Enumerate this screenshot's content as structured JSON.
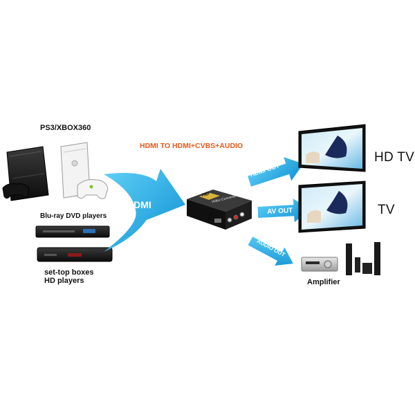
{
  "title": "HDMI TO HDMI+CVBS+AUDIO",
  "sources": {
    "console_label": "PS3/XBOX360",
    "bluray_label": "Blu-ray DVD players",
    "stb_label_line1": "set-top boxes",
    "stb_label_line2": "HD players",
    "input_arrow_label": "HDMI"
  },
  "device": {
    "logo_text": "HD",
    "subtitle": "Video Converter"
  },
  "outputs": {
    "hdmi_out_label": "HDMI OUT",
    "av_out_label": "AV OUT",
    "audio_out_label": "AUDIO OUT",
    "hdtv_label": "HD TV",
    "tv_label": "TV",
    "amplifier_label": "Amplifier"
  },
  "colors": {
    "arrow_blue": "#1aa7e6",
    "title_orange": "#e8591a",
    "device_black": "#1b1b1b"
  }
}
